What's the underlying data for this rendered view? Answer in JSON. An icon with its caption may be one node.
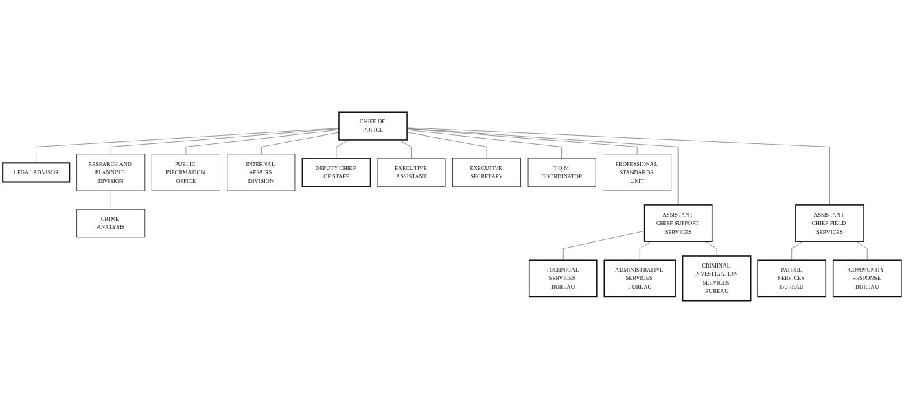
{
  "diagram": {
    "nodes": [
      {
        "text": [
          "CHIEF OF POLICE"
        ]
      },
      {
        "text": [
          "LEGAL ADVISOR"
        ]
      },
      {
        "text": [
          "RESEARCH AND PLANNING DIVISION"
        ]
      },
      {
        "text": [
          "PUBLIC INFORMATION OFFICE"
        ]
      },
      {
        "text": [
          "INTERNAL AFFAIRS DIVISION"
        ]
      },
      {
        "text": [
          "DEPUTY CHIEF OF STAFF"
        ]
      },
      {
        "text": [
          "EXECUTIVE ASSISTANT"
        ]
      },
      {
        "text": [
          "EXECUTIVE SECRETARY"
        ]
      },
      {
        "text": [
          "T Q M COORDINATOR"
        ]
      },
      {
        "text": [
          "PROFESSIONAL STANDARDS UNIT"
        ]
      },
      {
        "text": [
          "CRIME ANALYSIS"
        ]
      },
      {
        "text": [
          "ASSISTANT CHIEF SUPPORT SERVICES"
        ]
      },
      {
        "text": [
          "ASSISTANT CHIEF FIELD SERVICES"
        ]
      },
      {
        "text": [
          "TECHNICAL SERVICES BUREAU"
        ]
      },
      {
        "text": [
          "ADMINISTRATIVE SERVICES BUREAU"
        ]
      },
      {
        "text": [
          "CRIMINAL INVESTIGATION SERVICES BUREAU"
        ]
      },
      {
        "text": [
          "PATROL SERVICES BUREAU"
        ]
      },
      {
        "text": [
          "COMMUNITY RESPONSE BUREAU"
        ]
      }
    ],
    "edges": [
      {
        "from": 0,
        "to": 1,
        "arrow": "none"
      },
      {
        "from": 0,
        "to": 2,
        "arrow": "none"
      },
      {
        "from": 0,
        "to": 3,
        "arrow": "none"
      },
      {
        "from": 0,
        "to": 4,
        "arrow": "none"
      },
      {
        "from": 0,
        "to": 5,
        "arrow": "none"
      },
      {
        "from": 0,
        "to": 6,
        "arrow": "none"
      },
      {
        "from": 0,
        "to": 7,
        "arrow": "none"
      },
      {
        "from": 0,
        "to": 8,
        "arrow": "none"
      },
      {
        "from": 0,
        "to": 9,
        "arrow": "none"
      },
      {
        "from": 2,
        "to": 10,
        "arrow": "none"
      },
      {
        "from": 0,
        "to": 11,
        "arrow": "none"
      },
      {
        "from": 0,
        "to": 12,
        "arrow": "none"
      },
      {
        "from": 11,
        "to": 13,
        "arrow": "none"
      },
      {
        "from": 11,
        "to": 14,
        "arrow": "none"
      },
      {
        "from": 11,
        "to": 15,
        "arrow": "none"
      },
      {
        "from": 12,
        "to": 16,
        "arrow": "none"
      },
      {
        "from": 12,
        "to": 17,
        "arrow": "none"
      }
    ]
  }
}
